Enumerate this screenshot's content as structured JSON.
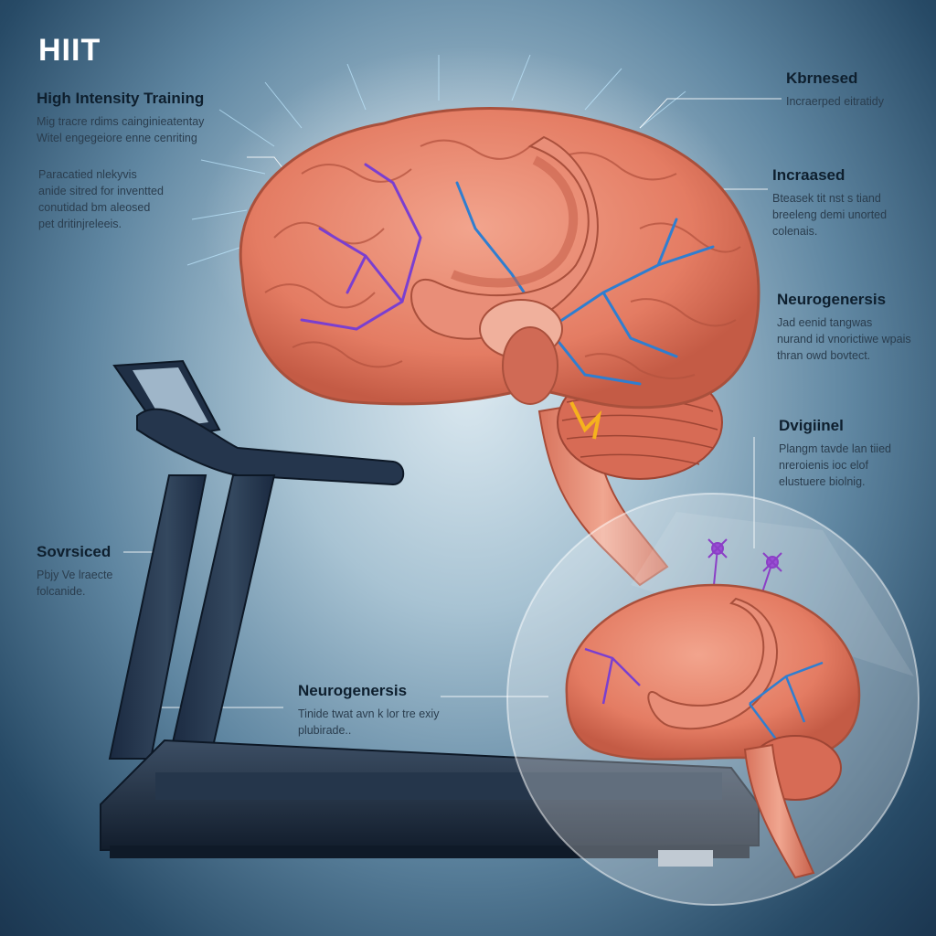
{
  "title": "HIIT",
  "labels": {
    "high_intensity": {
      "heading": "High Intensity Training",
      "lines": [
        "Mig tracre rdims cainginieatentay",
        "Witel engegeiore enne cenriting"
      ]
    },
    "paracetied": {
      "heading": "",
      "lines": [
        "Paracatied nlekyvis",
        "anide sitred for inventted",
        "conutidad bm aleosed",
        "pet dritinjreleeis."
      ]
    },
    "kbrnesed": {
      "heading": "Kbrnesed",
      "lines": [
        "Incraerped eitratidy"
      ]
    },
    "incraased": {
      "heading": "Incraased",
      "lines": [
        "Bteasek tit nst s tiand",
        "breeleng demi unorted",
        "colenais."
      ]
    },
    "neurogenersis": {
      "heading": "Neurogenersis",
      "lines": [
        "Jad eenid tangwas",
        "nurand id vnorictiwe wpais",
        "thran owd bovtect."
      ]
    },
    "dvigiinel": {
      "heading": "Dvigiinel",
      "lines": [
        "Plangm tavde lan tiied",
        "nreroienis ioc elof",
        "elustuere biolnig."
      ]
    },
    "sovrsiced": {
      "heading": "Sovrsiced",
      "lines": [
        "Pbjy Ve lraecte",
        "folcanide."
      ]
    },
    "neurogenersis_lower": {
      "heading": "Neurogenersis",
      "lines": [
        "Tinide twat avn k lor tre exiy",
        "plubirade.."
      ]
    }
  },
  "colors": {
    "brain": "#e8826a",
    "brain_dark": "#b9533f",
    "vessel_blue": "#2f7ed0",
    "vessel_purple": "#7a3fd0",
    "treadmill": "#1f2f45"
  }
}
